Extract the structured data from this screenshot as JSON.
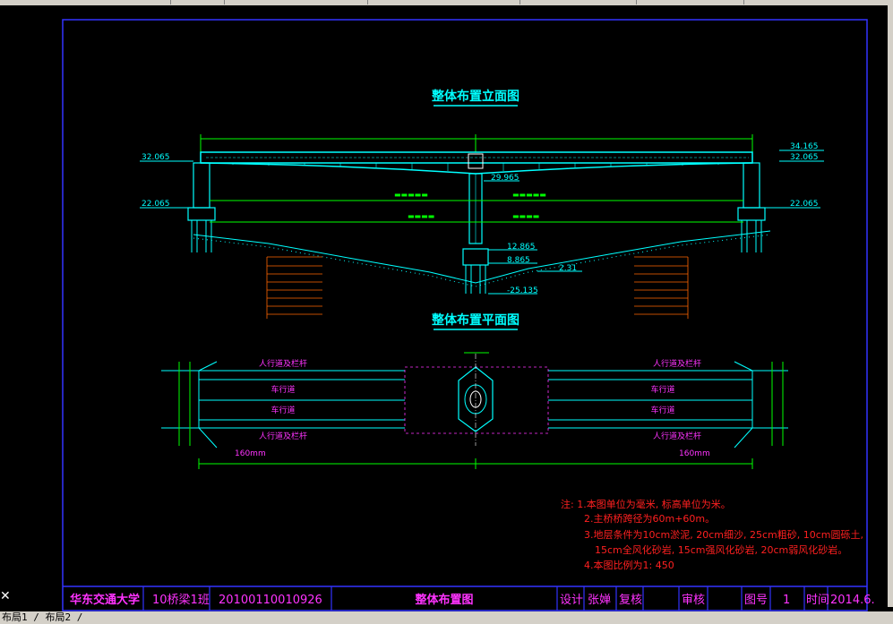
{
  "titles": {
    "elevation": "整体布置立面图",
    "plan": "整体布置平面图"
  },
  "elevations": {
    "left_top": "32.065",
    "left_bottom": "22.065",
    "right_top1": "34.165",
    "right_top2": "32.065",
    "right_bottom": "22.065",
    "pier_1": "29.965",
    "pier_2": "12.865",
    "pier_3": "8.865",
    "pier_4": "-25.135",
    "ground_right": "2.31"
  },
  "plan_labels": {
    "sidewalk_top": "人行道及栏杆",
    "lane_1": "车行道",
    "lane_2": "车行道",
    "sidewalk_bottom": "人行道及栏杆",
    "pipe": "160mm"
  },
  "notes": [
    "注: 1.本图单位为毫米, 标高单位为米。",
    "2.主桥桥跨径为60m+60m。",
    "3.地层条件为10cm淤泥, 20cm细沙, 25cm粗砂, 10cm圆砾土,",
    "15cm全风化砂岩, 15cm强风化砂岩, 20cm弱风化砂岩。",
    "4.本图比例为1: 450"
  ],
  "title_block": {
    "school": "华东交通大学",
    "class": "10桥梁1班",
    "student_id": "20100110010926",
    "drawing_name": "整体布置图",
    "design_label": "设计",
    "designer": "张婵",
    "check_label": "复核",
    "review_label": "审核",
    "sheet_label": "图号",
    "sheet_no": "1",
    "date_label": "时间",
    "date": "2014.6."
  },
  "command_line": "布局1 / 布局2 /",
  "colors": {
    "background": "#000000",
    "frame": "#3333ff",
    "structure": "#00ffff",
    "dimension": "#00ff00",
    "title": "#00ffff",
    "notes": "#ff2020",
    "soil": "#ff6600",
    "titleblock_text": "#ff33ff",
    "white": "#ffffff"
  }
}
